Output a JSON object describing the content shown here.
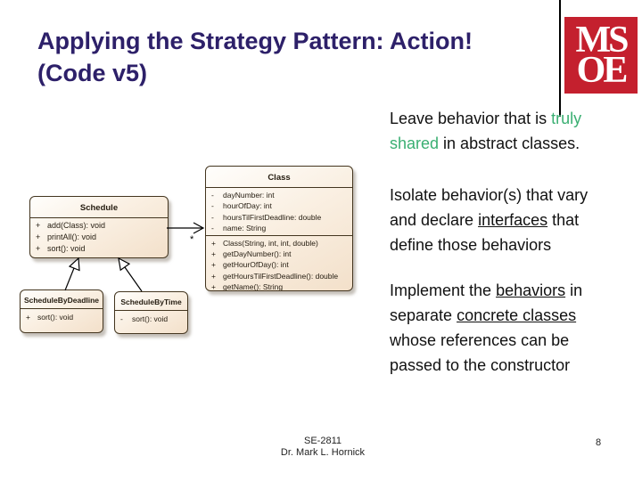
{
  "slide": {
    "title_line1": "Applying the Strategy Pattern: Action!",
    "title_line2": "(Code v5)",
    "footer_line1": "SE-2811",
    "footer_line2": "Dr. Mark L. Hornick",
    "page_number": "8"
  },
  "logo": {
    "line1": "MS",
    "line2": "OE"
  },
  "colors": {
    "title_text": "#2d2069",
    "shared_green": "#3aaf72",
    "logo_red": "#c4202e",
    "box_fill_light": "#fffefc",
    "box_fill_dark": "#f3e0ca",
    "box_border": "#43351f"
  },
  "notes": {
    "p1": {
      "l1a": "Leave behavior that is ",
      "l1b": "truly",
      "l2a": "shared",
      "l2b": " in abstract classes."
    },
    "p2": {
      "l1": "Isolate behavior(s) that vary",
      "l2a": "and declare ",
      "l2b": "interfaces",
      "l2c": " that",
      "l3": "define those behaviors"
    },
    "p3": {
      "l1a": "Implement the ",
      "l1b": "behaviors",
      "l1c": " in",
      "l2a": "separate ",
      "l2b": "concrete classes",
      "l3": "whose references can be",
      "l4": "passed to the constructor"
    }
  },
  "diagram": {
    "class_box": {
      "name": "Class",
      "attributes": [
        {
          "m": "-",
          "t": "dayNumber: int"
        },
        {
          "m": "-",
          "t": "hourOfDay: int"
        },
        {
          "m": "-",
          "t": "hoursTilFirstDeadline: double"
        },
        {
          "m": "-",
          "t": "name: String"
        }
      ],
      "methods": [
        {
          "m": "+",
          "t": "Class(String, int, int, double)"
        },
        {
          "m": "+",
          "t": "getDayNumber(): int"
        },
        {
          "m": "+",
          "t": "getHourOfDay(): int"
        },
        {
          "m": "+",
          "t": "getHoursTilFirstDeadline(): double"
        },
        {
          "m": "+",
          "t": "getName(): String"
        }
      ]
    },
    "schedule_box": {
      "name": "Schedule",
      "methods": [
        {
          "m": "+",
          "t": "add(Class): void"
        },
        {
          "m": "+",
          "t": "printAll(): void"
        },
        {
          "m": "+",
          "t": "sort(): void"
        }
      ]
    },
    "by_deadline_box": {
      "name": "ScheduleByDeadline",
      "methods": [
        {
          "m": "+",
          "t": "sort(): void"
        }
      ]
    },
    "by_time_box": {
      "name": "ScheduleByTime",
      "methods": [
        {
          "m": "-",
          "t": "sort(): void"
        }
      ]
    },
    "association_multiplicity": "*"
  }
}
